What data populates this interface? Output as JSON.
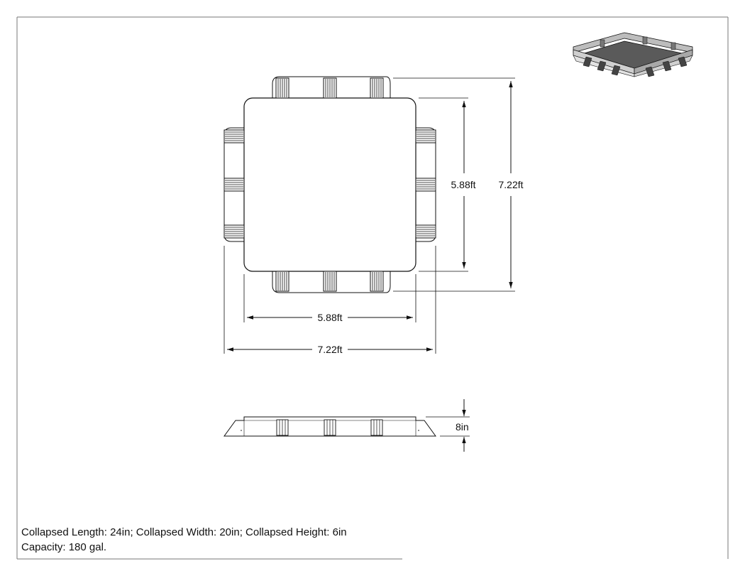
{
  "drawing": {
    "top_view": {
      "width_dims": {
        "inner": "5.88ft",
        "outer": "7.22ft"
      },
      "height_dims": {
        "inner": "5.88ft",
        "outer": "7.22ft"
      }
    },
    "side_view": {
      "height_dim": "8in"
    },
    "notes": {
      "line1": "Collapsed Length: 24in; Collapsed Width: 20in; Collapsed Height: 6in",
      "line2": "Capacity: 180 gal."
    },
    "colors": {
      "line": "#111111",
      "iso_floor": "#5a5a5a",
      "iso_wall": "#bdbdbd"
    }
  }
}
